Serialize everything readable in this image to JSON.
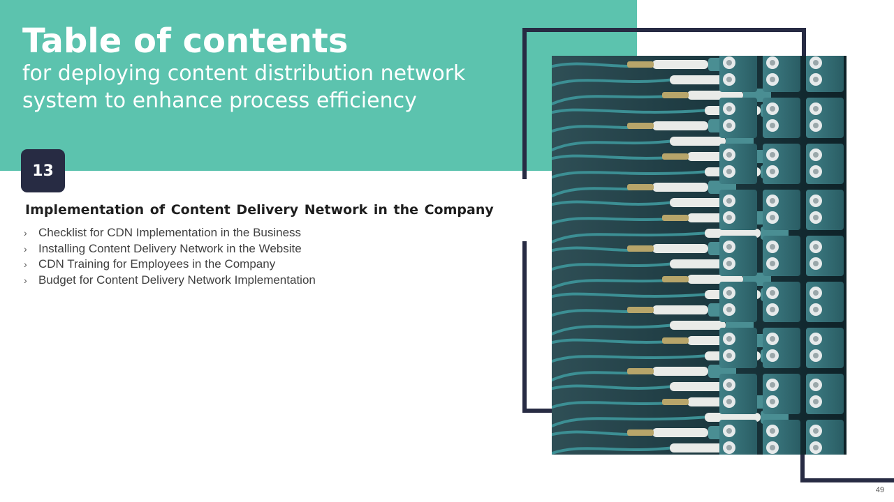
{
  "header": {
    "title": "Table of contents",
    "subtitle": "for deploying content distribution network system to enhance process efficiency"
  },
  "section": {
    "number": "13",
    "heading": "Implementation  of Content Delivery Network in the Company",
    "items": [
      "Checklist for CDN Implementation in the Business",
      "Installing Content Delivery Network in the Website",
      "CDN Training for Employees in the Company",
      "Budget for Content Delivery Network Implementation"
    ],
    "bullet_glyph": "›"
  },
  "image": {
    "subject": "fiber-optic-patch-panel"
  },
  "footer": {
    "page_number": "49"
  },
  "colors": {
    "teal": "#5cc3ae",
    "navy": "#272b43",
    "white": "#ffffff",
    "text": "#404040"
  }
}
